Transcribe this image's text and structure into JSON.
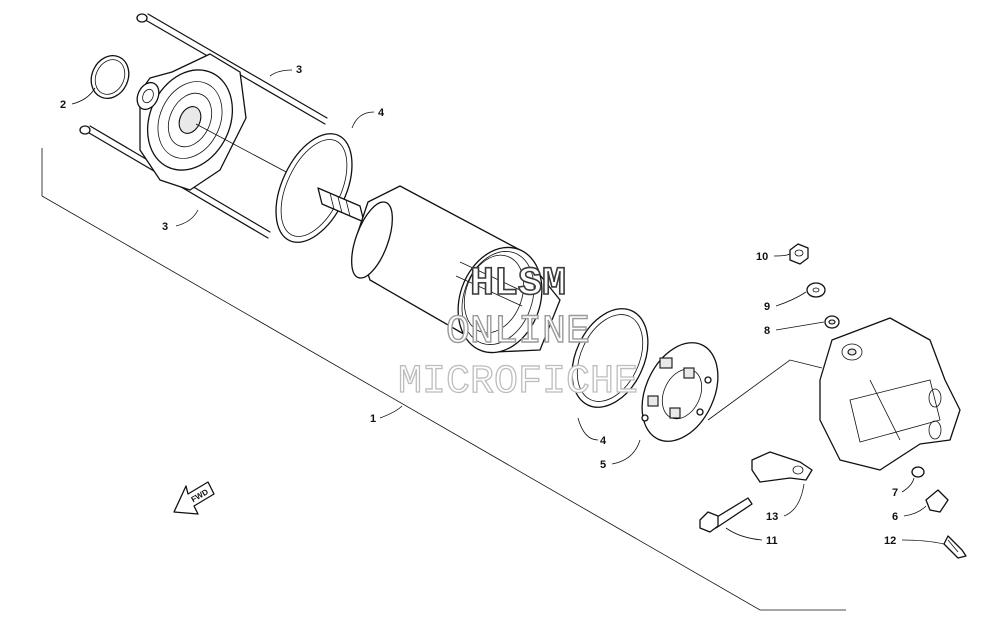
{
  "diagram": {
    "callouts": [
      "1",
      "2",
      "3",
      "3",
      "4",
      "4",
      "5",
      "6",
      "7",
      "8",
      "9",
      "10",
      "11",
      "12",
      "13"
    ],
    "direction_label": "FWD",
    "watermark": [
      "HLSM",
      "ONLINE",
      "MICROFICHE"
    ]
  }
}
